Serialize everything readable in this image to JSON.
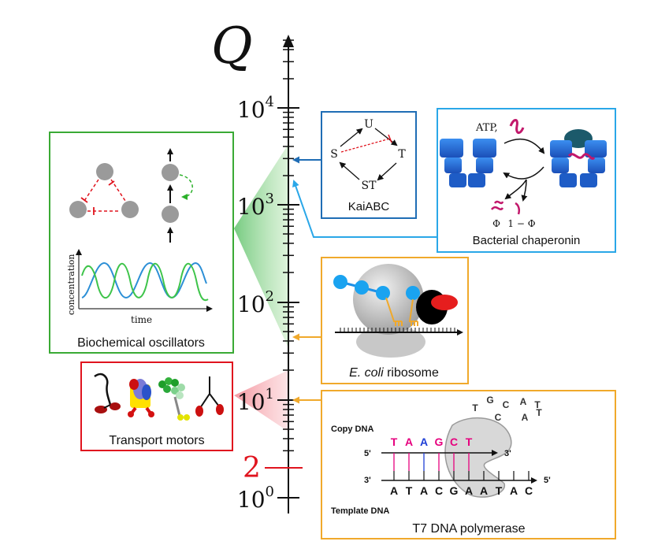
{
  "axis": {
    "symbol": "Q",
    "ticks": [
      {
        "base": "10",
        "exp": "4"
      },
      {
        "base": "10",
        "exp": "3"
      },
      {
        "base": "10",
        "exp": "2"
      },
      {
        "base": "10",
        "exp": "1"
      },
      {
        "base": "10",
        "exp": "0"
      }
    ],
    "marker_label": "2",
    "marker_color": "#e0141e"
  },
  "panels": {
    "oscillators": {
      "label": "Biochemical oscillators",
      "ylabel": "concentration",
      "xlabel": "time",
      "color": "#3aaa35"
    },
    "kaiabc": {
      "label": "KaiABC",
      "nodes": [
        "U",
        "T",
        "ST",
        "S"
      ],
      "color": "#1f6db5"
    },
    "chaperonin": {
      "label": "Bacterial chaperonin",
      "atp": "ATP,",
      "phi": "Φ",
      "one_minus_phi": "1 − Φ",
      "color": "#2aa7e8"
    },
    "ribosome": {
      "label_italic": "E. coli",
      "label_rest": " ribosome",
      "color": "#f0a92b"
    },
    "motors": {
      "label": "Transport motors",
      "color": "#e0141e"
    },
    "polymerase": {
      "label": "T7 DNA polymerase",
      "copy_label": "Copy DNA",
      "template_label": "Template DNA",
      "copy_bases": [
        "T",
        "A",
        "A",
        "G",
        "C",
        "T"
      ],
      "free_bases": [
        "T",
        "G",
        "C",
        "A",
        "T",
        "C",
        "A",
        "T"
      ],
      "template_bases": [
        "A",
        "T",
        "A",
        "C",
        "G",
        "A",
        "A",
        "T",
        "A",
        "C"
      ],
      "five_prime": "5'",
      "three_prime": "3'",
      "color": "#f0a92b"
    }
  }
}
